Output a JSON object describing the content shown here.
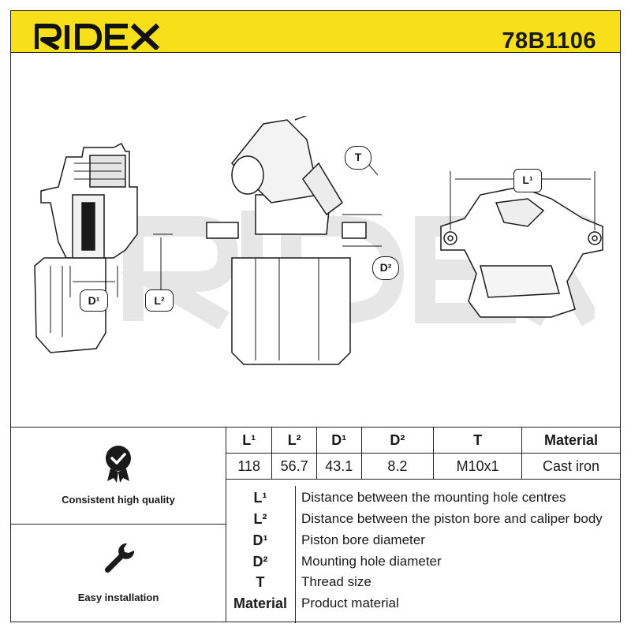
{
  "brand": "RIDEX",
  "part_number": "78B1106",
  "dimension_labels": {
    "l1": "L¹",
    "l2": "L²",
    "d1": "D¹",
    "d2": "D²",
    "t": "T"
  },
  "features": [
    {
      "label": "Consistent high quality",
      "icon": "badge-check-icon"
    },
    {
      "label": "Easy installation",
      "icon": "wrench-icon"
    }
  ],
  "specs": {
    "headers": [
      "L¹",
      "L²",
      "D¹",
      "D²",
      "T",
      "Material"
    ],
    "values": [
      "118",
      "56.7",
      "43.1",
      "8.2",
      "M10x1",
      "Cast iron"
    ]
  },
  "legend": [
    {
      "key": "L¹",
      "desc": "Distance between the mounting hole centres"
    },
    {
      "key": "L²",
      "desc": "Distance between the piston bore and caliper body"
    },
    {
      "key": "D¹",
      "desc": "Piston bore diameter"
    },
    {
      "key": "D²",
      "desc": "Mounting hole diameter"
    },
    {
      "key": "T",
      "desc": "Thread size"
    },
    {
      "key": "Material",
      "desc": "Product material"
    }
  ],
  "colors": {
    "brand_yellow": "#f7e01a",
    "line": "#1a1a1a"
  }
}
